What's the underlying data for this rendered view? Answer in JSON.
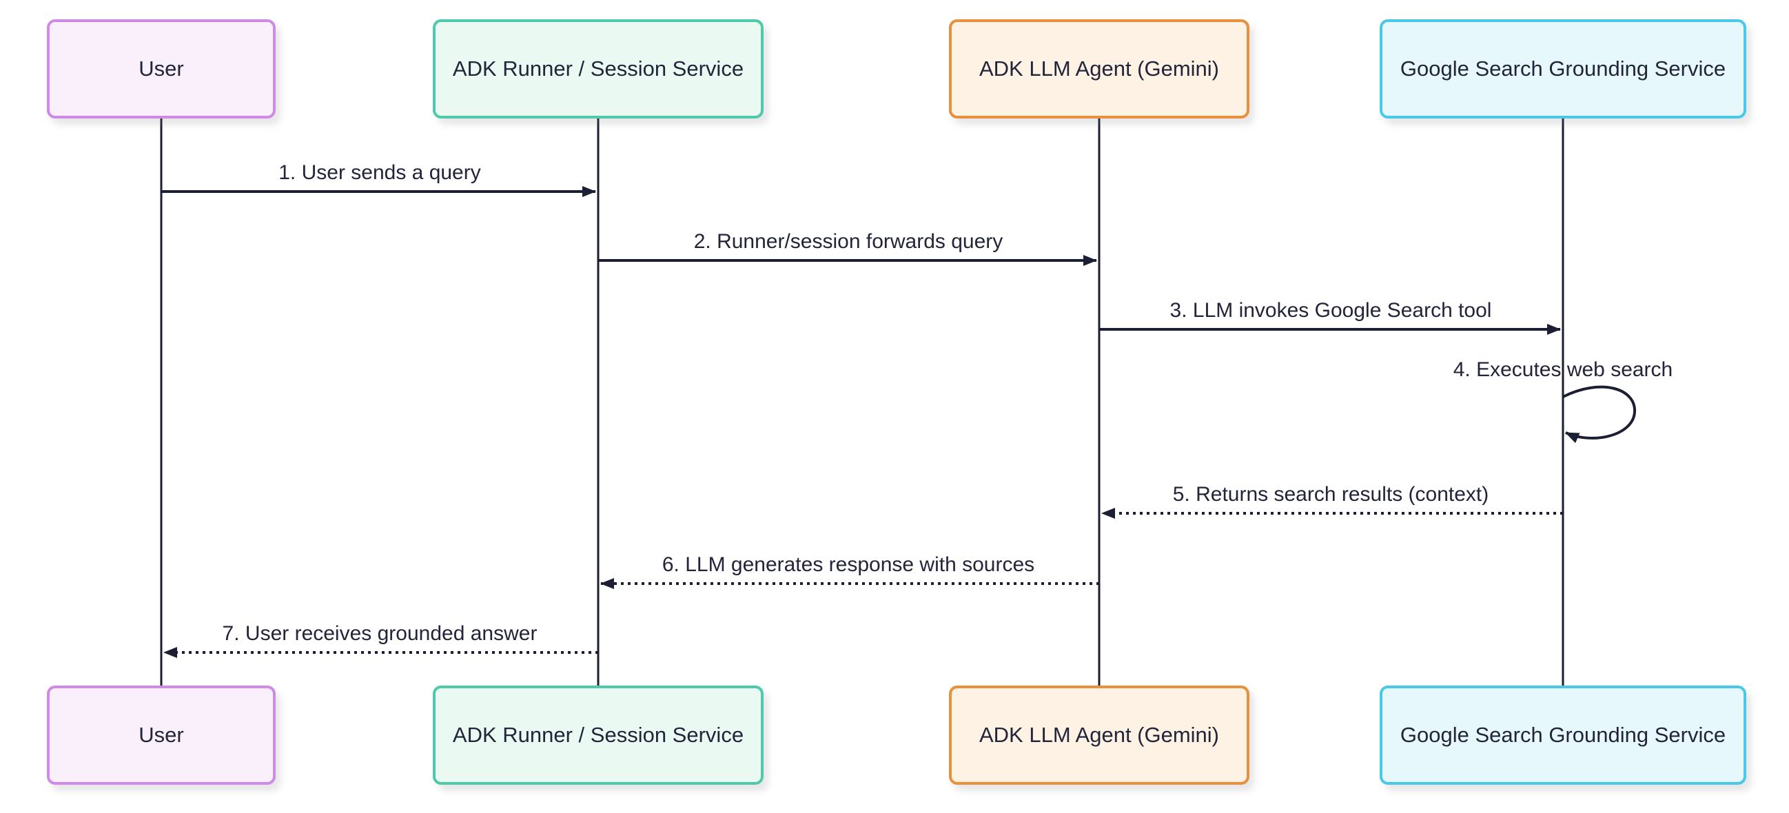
{
  "diagram": {
    "type": "sequence-diagram",
    "background": "#ffffff",
    "line_color": "#1c1e33",
    "text_color": "#22243a"
  },
  "participants": [
    {
      "label": "User",
      "fill": "#f9f0fc",
      "border": "#cf8ae6"
    },
    {
      "label": "ADK Runner / Session Service",
      "fill": "#eafaf3",
      "border": "#4ec9aa"
    },
    {
      "label": "ADK LLM Agent (Gemini)",
      "fill": "#fdf2e4",
      "border": "#e8903c"
    },
    {
      "label": "Google Search Grounding Service",
      "fill": "#e7f8fd",
      "border": "#49c8e8"
    }
  ],
  "messages": [
    {
      "label": "1. User sends a query",
      "from": "User",
      "to": "ADK Runner / Session Service",
      "line": "solid"
    },
    {
      "label": "2. Runner/session forwards query",
      "from": "ADK Runner / Session Service",
      "to": "ADK LLM Agent (Gemini)",
      "line": "solid"
    },
    {
      "label": "3. LLM invokes Google Search tool",
      "from": "ADK LLM Agent (Gemini)",
      "to": "Google Search Grounding Service",
      "line": "solid"
    },
    {
      "label": "4. Executes web search",
      "from": "Google Search Grounding Service",
      "to": "Google Search Grounding Service",
      "line": "self"
    },
    {
      "label": "5. Returns search results (context)",
      "from": "Google Search Grounding Service",
      "to": "ADK LLM Agent (Gemini)",
      "line": "dotted"
    },
    {
      "label": "6. LLM generates response with sources",
      "from": "ADK LLM Agent (Gemini)",
      "to": "ADK Runner / Session Service",
      "line": "dotted"
    },
    {
      "label": "7. User receives grounded answer",
      "from": "ADK Runner / Session Service",
      "to": "User",
      "line": "dotted"
    }
  ]
}
